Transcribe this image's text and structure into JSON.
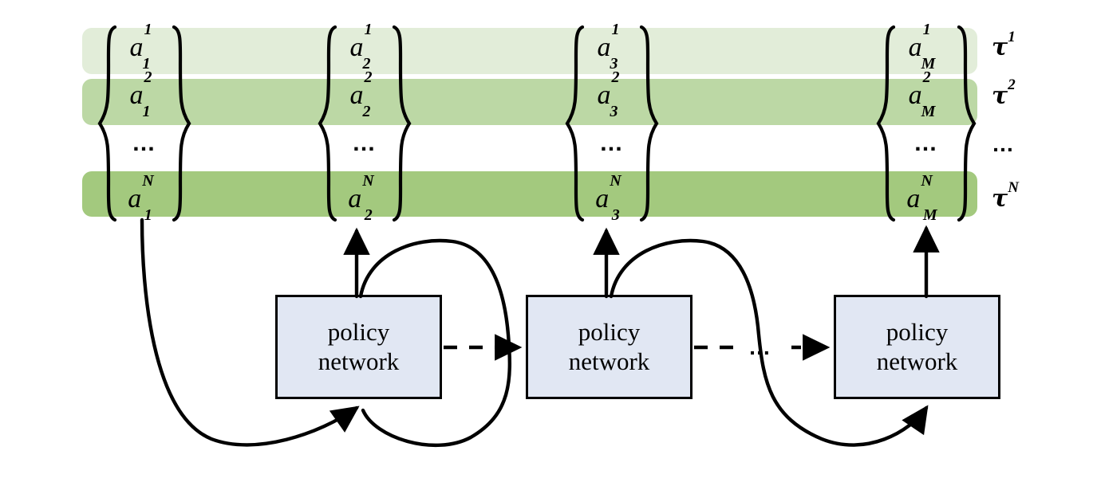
{
  "figure": {
    "title": "Policy network rollout producing N trajectories of M actions",
    "colors": {
      "band_light": "#E2EDD9",
      "band_medium": "#BCD8A5",
      "band_dark": "#A3C97E",
      "box_fill": "#E1E7F3",
      "stroke": "#000000",
      "background": "#FFFFFF"
    }
  },
  "trajectory_rows": [
    {
      "id": "row-1",
      "superscript": "1",
      "label": "τ",
      "band_color": "#E2EDD9",
      "has_band": true
    },
    {
      "id": "row-2",
      "superscript": "2",
      "label": "τ",
      "band_color": "#BCD8A5",
      "has_band": true
    },
    {
      "id": "row-ellipsis",
      "superscript": "",
      "label": "…",
      "band_color": "transparent",
      "has_band": false
    },
    {
      "id": "row-N",
      "superscript": "N",
      "label": "τ",
      "band_color": "#A3C97E",
      "has_band": true
    }
  ],
  "tau_labels": [
    "τ",
    "τ",
    "…",
    "τ"
  ],
  "tau_superscripts": [
    "1",
    "2",
    "",
    "N"
  ],
  "action_columns": [
    {
      "id": "action-column-1",
      "step": "1",
      "cells": [
        {
          "base": "a",
          "sup": "1",
          "sub": "1"
        },
        {
          "base": "a",
          "sup": "2",
          "sub": "1"
        },
        {
          "base": "…",
          "sup": "",
          "sub": ""
        },
        {
          "base": "a",
          "sup": "N",
          "sub": "1"
        }
      ]
    },
    {
      "id": "action-column-2",
      "step": "2",
      "cells": [
        {
          "base": "a",
          "sup": "1",
          "sub": "2"
        },
        {
          "base": "a",
          "sup": "2",
          "sub": "2"
        },
        {
          "base": "…",
          "sup": "",
          "sub": ""
        },
        {
          "base": "a",
          "sup": "N",
          "sub": "2"
        }
      ]
    },
    {
      "id": "action-column-3",
      "step": "3",
      "cells": [
        {
          "base": "a",
          "sup": "1",
          "sub": "3"
        },
        {
          "base": "a",
          "sup": "2",
          "sub": "3"
        },
        {
          "base": "…",
          "sup": "",
          "sub": ""
        },
        {
          "base": "a",
          "sup": "N",
          "sub": "3"
        }
      ]
    },
    {
      "id": "action-column-M",
      "step": "M",
      "cells": [
        {
          "base": "a",
          "sup": "1",
          "sub": "M"
        },
        {
          "base": "a",
          "sup": "2",
          "sub": "M"
        },
        {
          "base": "…",
          "sup": "",
          "sub": ""
        },
        {
          "base": "a",
          "sup": "N",
          "sub": "M"
        }
      ]
    }
  ],
  "policy_boxes": [
    {
      "id": "policy-network-1",
      "line1": "policy",
      "line2": "network"
    },
    {
      "id": "policy-network-2",
      "line1": "policy",
      "line2": "network"
    },
    {
      "id": "policy-network-3",
      "line1": "policy",
      "line2": "network"
    }
  ],
  "separators": {
    "chain_ellipsis": "…"
  }
}
